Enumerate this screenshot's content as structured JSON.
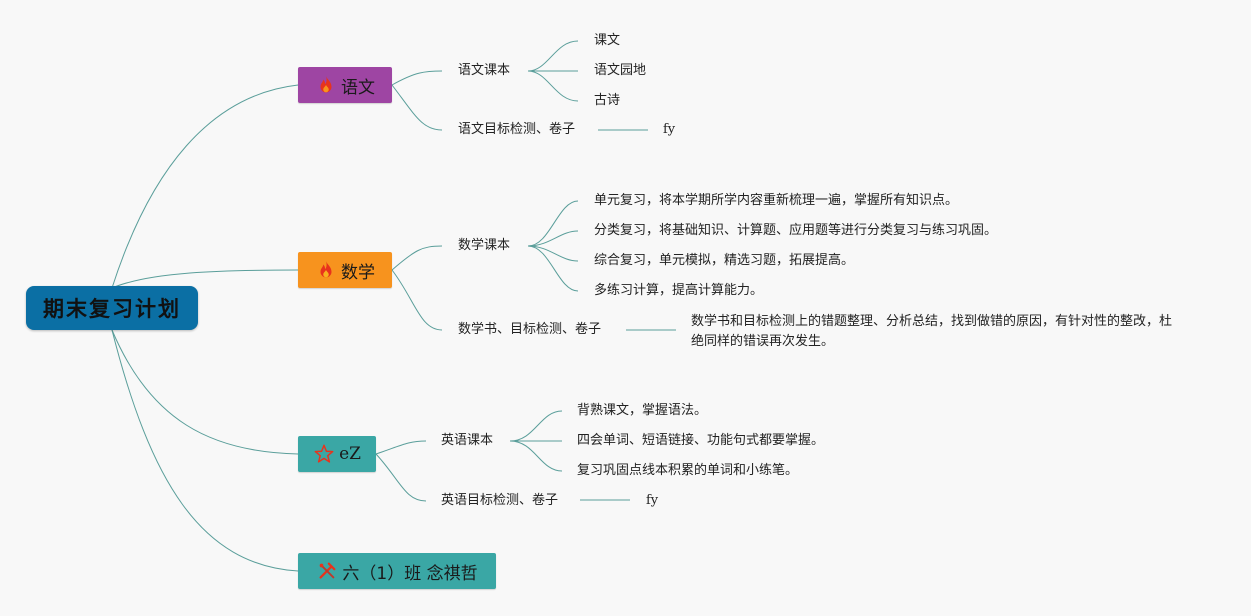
{
  "root": {
    "label": "期末复习计划"
  },
  "branches": [
    {
      "label": "语文",
      "icon": "fire-icon",
      "color": "#9e45a3",
      "groups": [
        {
          "label": "语文课本",
          "items": [
            "课文",
            "语文园地",
            "古诗"
          ]
        },
        {
          "label": "语文目标检测、卷子",
          "note": "fy"
        }
      ]
    },
    {
      "label": "数学",
      "icon": "fire-icon",
      "color": "#f7931e",
      "groups": [
        {
          "label": "数学课本",
          "items": [
            "单元复习，将本学期所学内容重新梳理一遍，掌握所有知识点。",
            "分类复习，将基础知识、计算题、应用题等进行分类复习与练习巩固。",
            "综合复习，单元模拟，精选习题，拓展提高。",
            "多练习计算，提高计算能力。"
          ]
        },
        {
          "label": "数学书、目标检测、卷子",
          "note": "数学书和目标检测上的错题整理、分析总结，找到做错的原因，有针对性的整改，杜绝同样的错误再次发生。"
        }
      ]
    },
    {
      "label": "eZ",
      "icon": "star-outline-icon",
      "color": "#3aa7a5",
      "groups": [
        {
          "label": "英语课本",
          "items": [
            "背熟课文，掌握语法。",
            "四会单词、短语链接、功能句式都要掌握。",
            "复习巩固点线本积累的单词和小练笔。"
          ]
        },
        {
          "label": "英语目标检测、卷子",
          "note": "fy"
        }
      ]
    },
    {
      "label": "六（1）班 念祺哲",
      "icon": "crossed-tools-icon",
      "color": "#3aa7a5"
    }
  ],
  "colors": {
    "root": "#0b6fa4",
    "line": "#5a9e9a",
    "background": "#f8f8f8"
  }
}
